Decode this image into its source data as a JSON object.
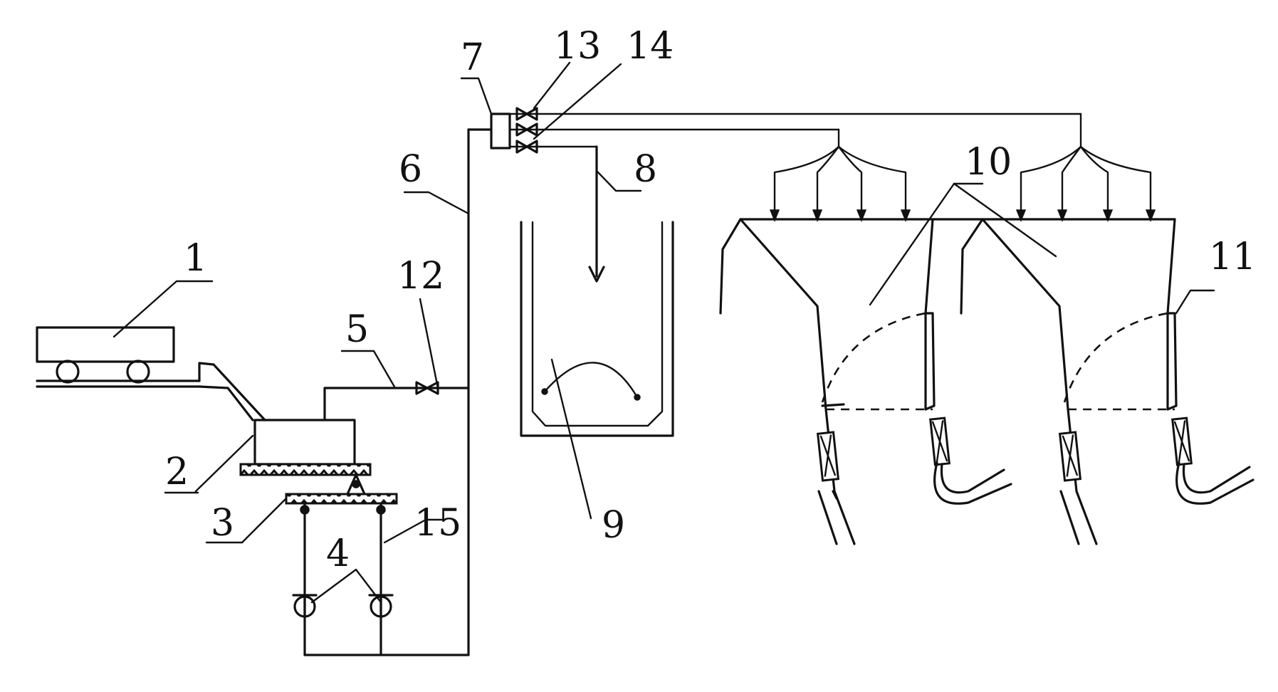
{
  "labels": {
    "l1": "1",
    "l2": "2",
    "l3": "3",
    "l4": "4",
    "l5": "5",
    "l6": "6",
    "l7": "7",
    "l8": "8",
    "l9": "9",
    "l10": "10",
    "l11": "11",
    "l12": "12",
    "l13": "13",
    "l14": "14",
    "l15": "15"
  },
  "colors": {
    "stroke": "#111111",
    "background": "#ffffff"
  }
}
